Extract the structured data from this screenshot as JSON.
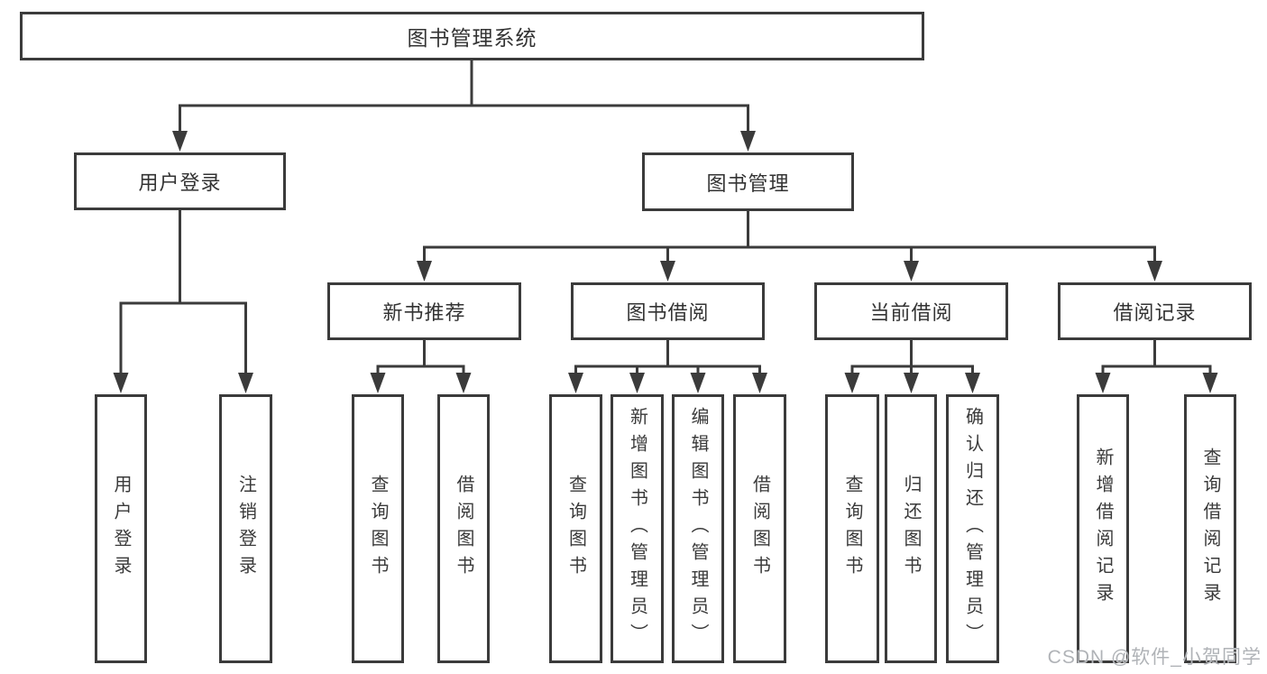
{
  "diagram_title": "图书管理系统",
  "watermark": "CSDN @软件_小贺同学",
  "colors": {
    "line": "#3b3b3b",
    "box_border": "#3b3b3b",
    "text": "#333333",
    "watermark": "#b0b3b7",
    "background": "#ffffff"
  },
  "tree": {
    "root": {
      "label": "图书管理系统"
    },
    "user_login": {
      "label": "用户登录",
      "children": [
        {
          "label": "用户登录"
        },
        {
          "label": "注销登录"
        }
      ]
    },
    "book_mgmt": {
      "label": "图书管理",
      "children": [
        {
          "label": "新书推荐",
          "children": [
            {
              "label": "查询图书"
            },
            {
              "label": "借阅图书"
            }
          ]
        },
        {
          "label": "图书借阅",
          "children": [
            {
              "label": "查询图书"
            },
            {
              "label": "新增图书（管理员）"
            },
            {
              "label": "编辑图书（管理员）"
            },
            {
              "label": "借阅图书"
            }
          ]
        },
        {
          "label": "当前借阅",
          "children": [
            {
              "label": "查询图书"
            },
            {
              "label": "归还图书"
            },
            {
              "label": "确认归还（管理员）"
            }
          ]
        },
        {
          "label": "借阅记录",
          "children": [
            {
              "label": "新增借阅记录"
            },
            {
              "label": "查询借阅记录"
            }
          ]
        }
      ]
    }
  }
}
